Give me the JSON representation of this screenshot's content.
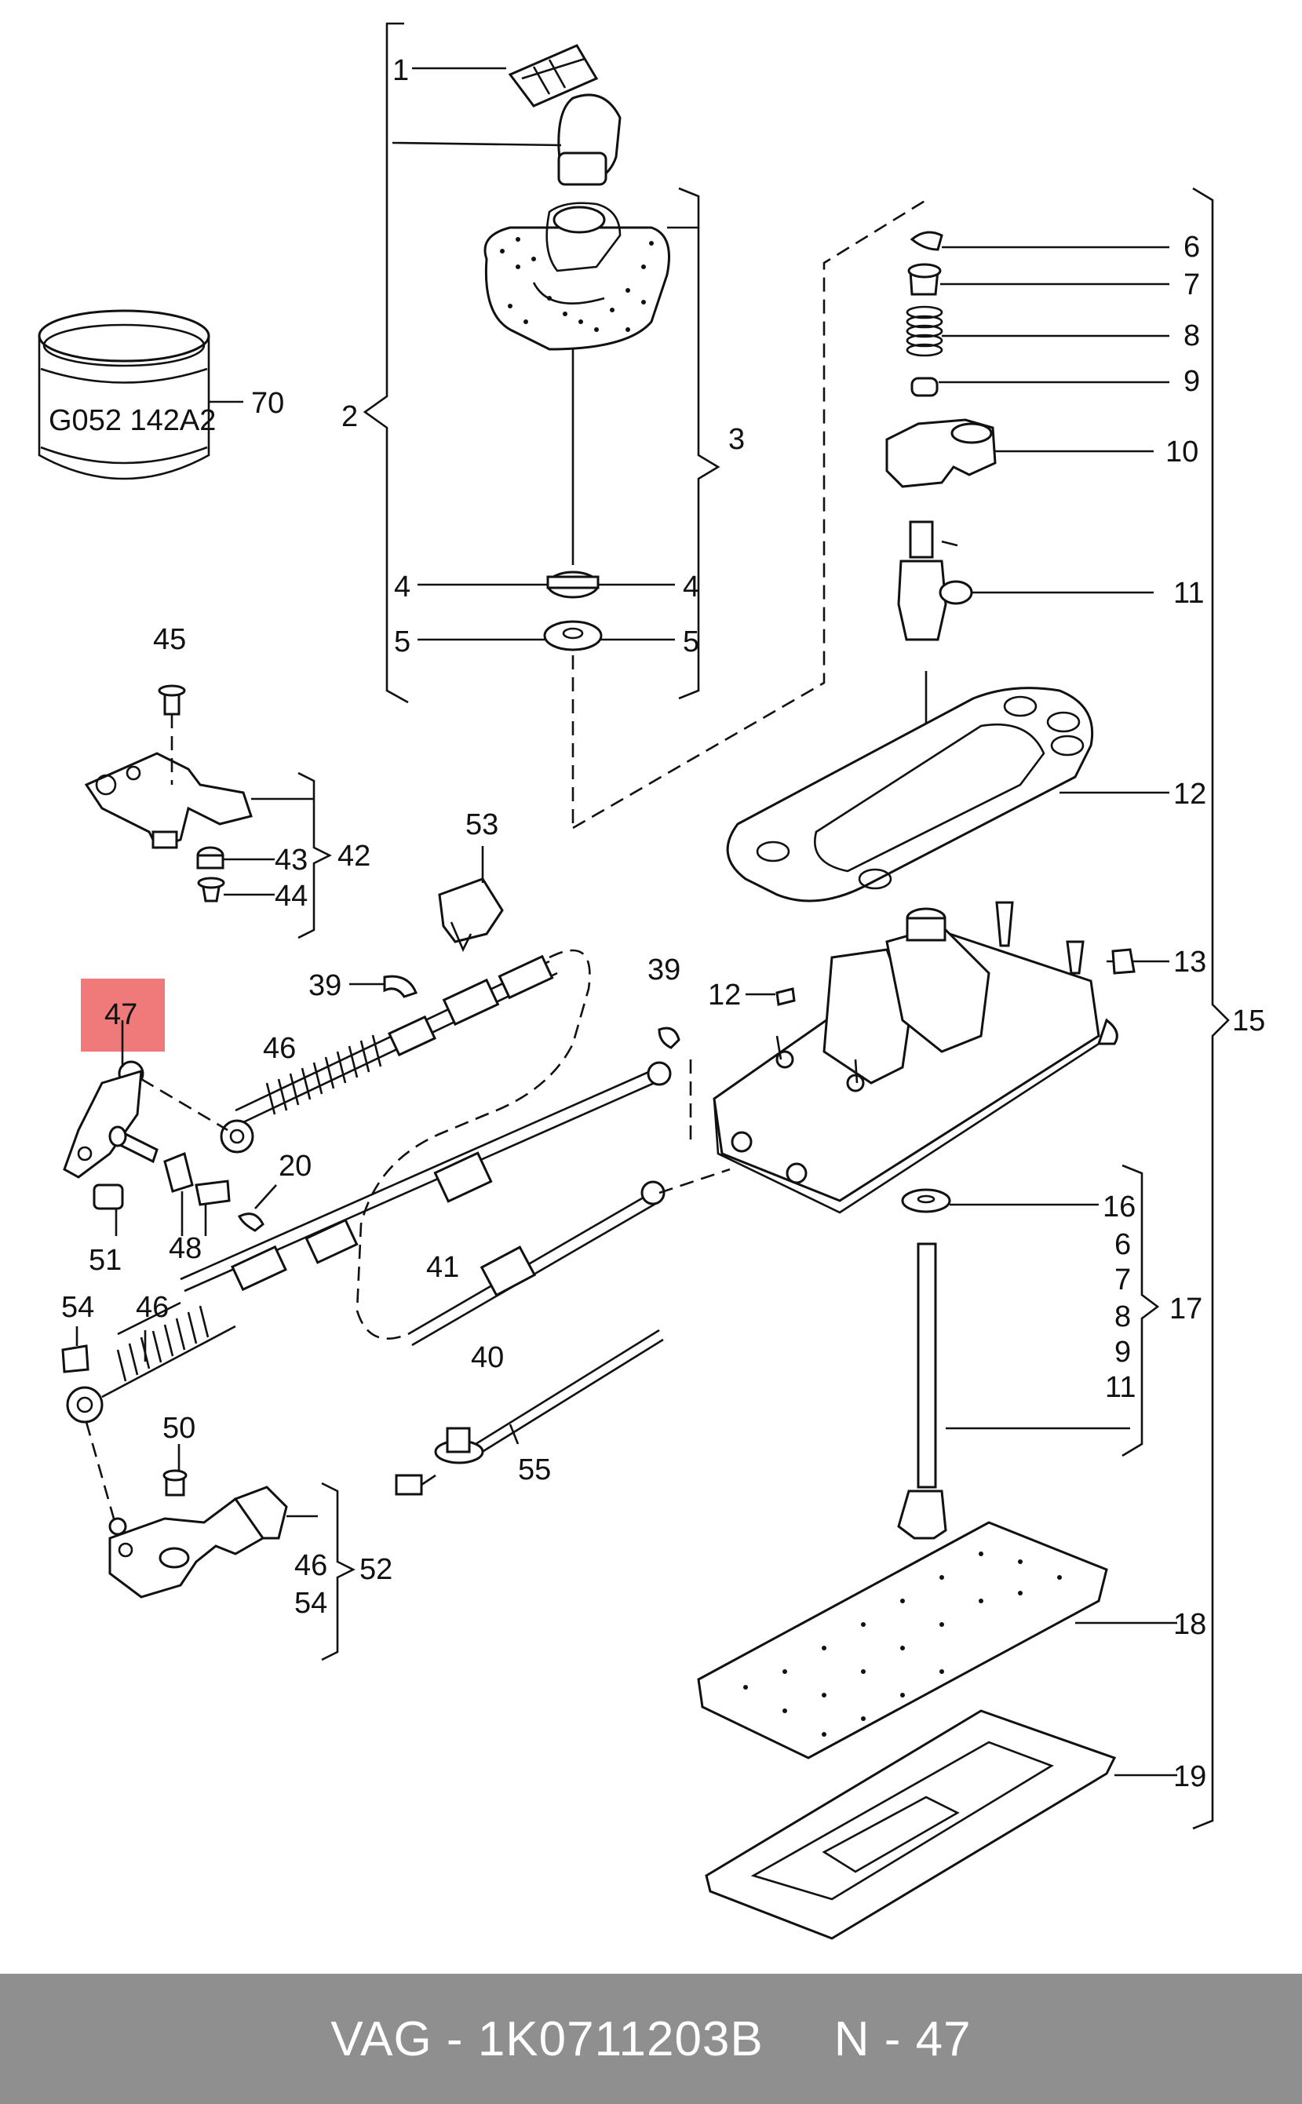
{
  "labels": {
    "l1": "1",
    "l2": "2",
    "l3": "3",
    "l4a": "4",
    "l4b": "4",
    "l5a": "5",
    "l5b": "5",
    "l6": "6",
    "l7": "7",
    "l8": "8",
    "l9": "9",
    "l10": "10",
    "l11": "11",
    "l12r": "12",
    "l12": "12",
    "l13": "13",
    "l15": "15",
    "l16": "16",
    "l6b": "6",
    "l7b": "7",
    "l8b": "8",
    "l9b": "9",
    "l11b": "11",
    "l17": "17",
    "l18": "18",
    "l19": "19",
    "l20": "20",
    "l39a": "39",
    "l39b": "39",
    "l40": "40",
    "l41": "41",
    "l42": "42",
    "l43": "43",
    "l44": "44",
    "l45": "45",
    "l46a": "46",
    "l46b": "46",
    "l46c": "46",
    "l47": "47",
    "l48": "48",
    "l50": "50",
    "l51": "51",
    "l52": "52",
    "l53": "53",
    "l54a": "54",
    "l54b": "54",
    "l55": "55",
    "l70": "70"
  },
  "part_marking": "G052 142A2",
  "highlight": {
    "label": "47",
    "color": "#f07a7a"
  },
  "footer": {
    "brand": "VAG",
    "part_number": "1K0711203B",
    "position": "N - 47",
    "background": "#8f8f8f",
    "text_color": "#ffffff"
  }
}
